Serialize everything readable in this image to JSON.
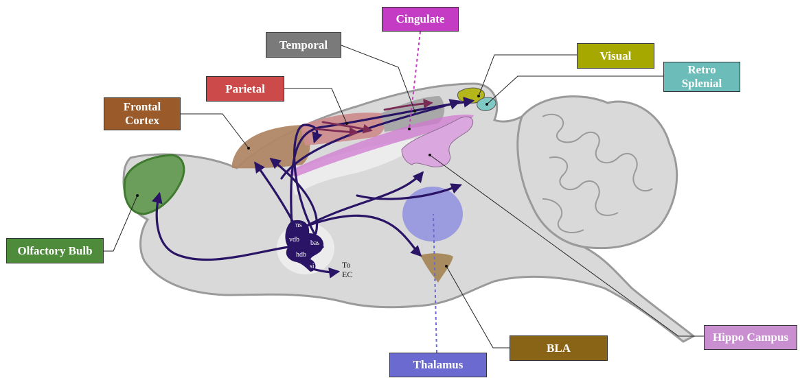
{
  "labels": {
    "cingulate": "Cingulate",
    "temporal": "Temporal",
    "visual": "Visual",
    "retrosplenial": "Retro\nSplenial",
    "parietal": "Parietal",
    "frontal": "Frontal\nCortex",
    "olfactory": "Olfactory Bulb",
    "hippocampus": "Hippo Campus",
    "bla": "BLA",
    "thalamus": "Thalamus"
  },
  "nuclei": {
    "ms": "ms",
    "vdb": "vdb",
    "bas": "bas",
    "hdb": "hdb",
    "si": "si"
  },
  "projection_target": {
    "line1": "To",
    "line2": "EC"
  },
  "colors": {
    "cingulate": "#c33cc3",
    "temporal": "#7a7a7a",
    "visual": "#a6a800",
    "retrosplenial": "#6cbdb9",
    "parietal": "#cc4a4a",
    "frontal": "#9b5a2a",
    "olfactory": "#4e8c3c",
    "hippocampus": "#c98fd0",
    "bla": "#8a6416",
    "thalamus": "#6a6ad0",
    "projection": "#2a1466",
    "brain": "#d9d9d9",
    "brain_outline": "#9a9a9a"
  }
}
